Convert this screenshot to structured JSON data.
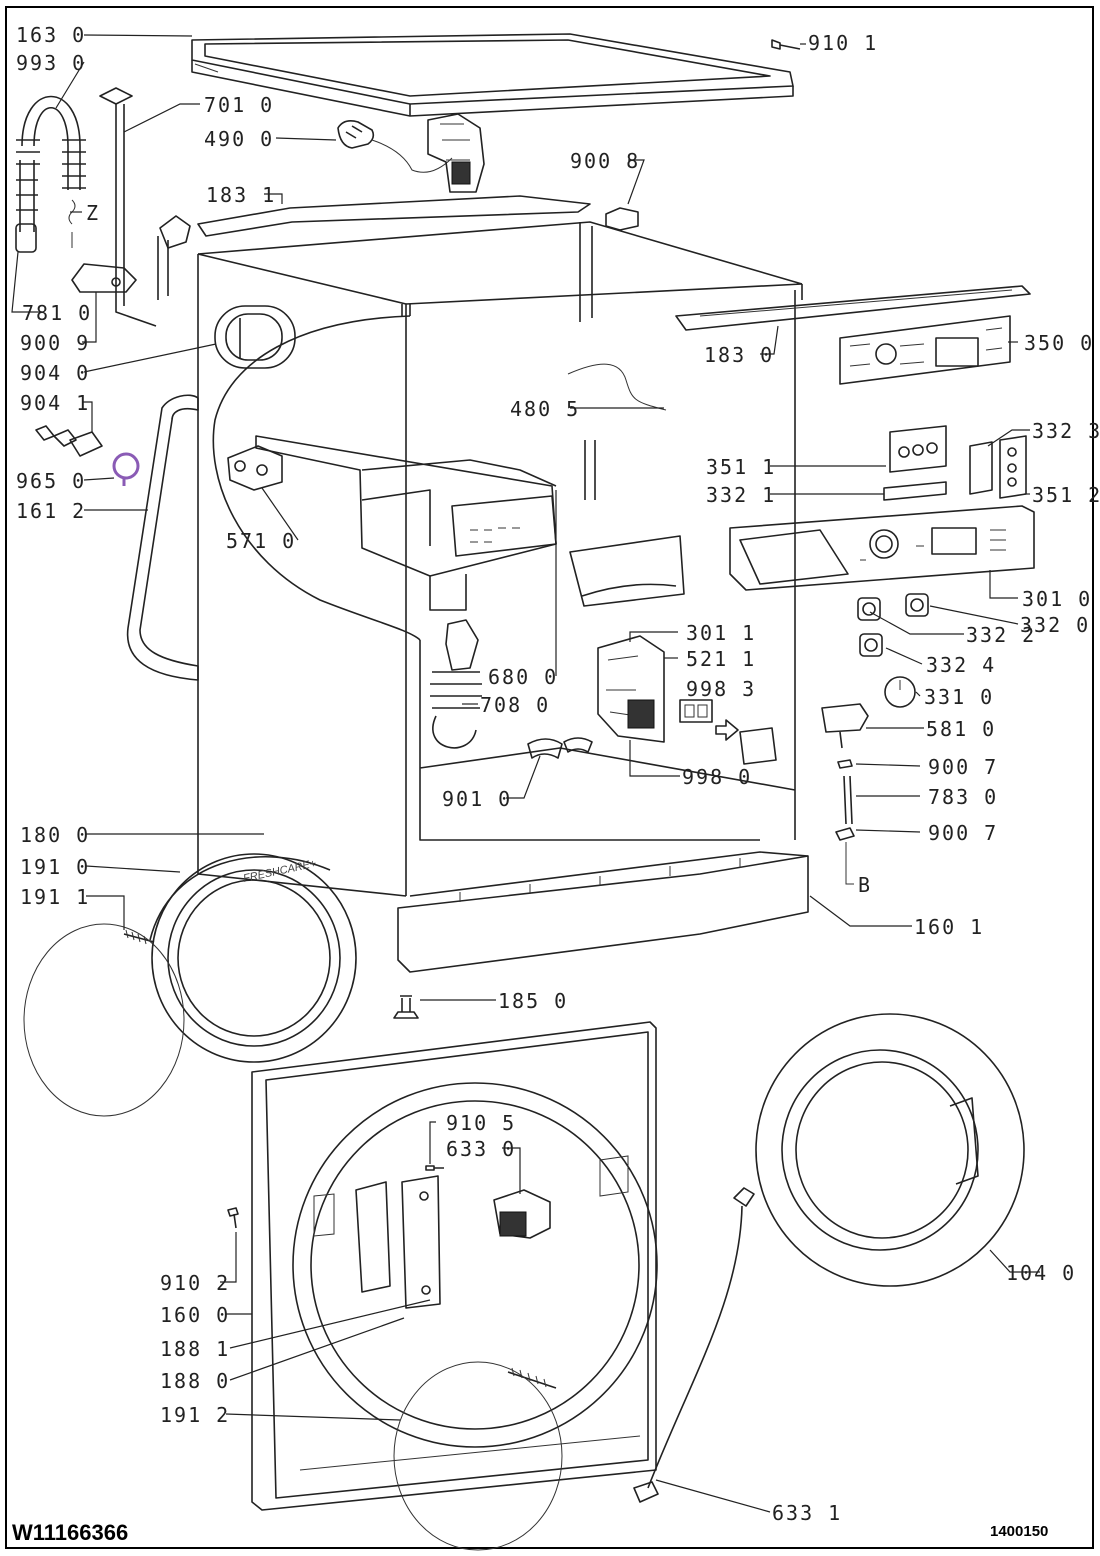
{
  "diagram": {
    "model_number": "W11166366",
    "sheet_code": "1400150",
    "brand_mark": "FRESHCARE+",
    "part_labels": [
      {
        "id": "1630",
        "text": "163 0"
      },
      {
        "id": "9930",
        "text": "993 0"
      },
      {
        "id": "7010",
        "text": "701 0"
      },
      {
        "id": "4900",
        "text": "490 0"
      },
      {
        "id": "9101",
        "text": "910 1"
      },
      {
        "id": "9008",
        "text": "900 8"
      },
      {
        "id": "1831",
        "text": "183 1"
      },
      {
        "id": "Z",
        "text": "Z"
      },
      {
        "id": "7810",
        "text": "781 0"
      },
      {
        "id": "9009",
        "text": "900 9"
      },
      {
        "id": "9040",
        "text": "904 0"
      },
      {
        "id": "1830",
        "text": "183 0"
      },
      {
        "id": "3500",
        "text": "350 0"
      },
      {
        "id": "4805",
        "text": "480 5"
      },
      {
        "id": "9041",
        "text": "904 1"
      },
      {
        "id": "3323",
        "text": "332 3"
      },
      {
        "id": "3511",
        "text": "351 1"
      },
      {
        "id": "9650",
        "text": "965 0"
      },
      {
        "id": "3321",
        "text": "332 1"
      },
      {
        "id": "3512",
        "text": "351 2"
      },
      {
        "id": "1612",
        "text": "161 2"
      },
      {
        "id": "5710",
        "text": "571 0"
      },
      {
        "id": "3010",
        "text": "301 0"
      },
      {
        "id": "3011",
        "text": "301 1"
      },
      {
        "id": "3322",
        "text": "332 2"
      },
      {
        "id": "3320",
        "text": "332 0"
      },
      {
        "id": "5211",
        "text": "521 1"
      },
      {
        "id": "3324",
        "text": "332 4"
      },
      {
        "id": "6800",
        "text": "680 0"
      },
      {
        "id": "9983",
        "text": "998 3"
      },
      {
        "id": "3310",
        "text": "331 0"
      },
      {
        "id": "7080",
        "text": "708 0"
      },
      {
        "id": "5810",
        "text": "581 0"
      },
      {
        "id": "9980",
        "text": "998 0"
      },
      {
        "id": "9007a",
        "text": "900 7"
      },
      {
        "id": "9010",
        "text": "901 0"
      },
      {
        "id": "7830",
        "text": "783 0"
      },
      {
        "id": "1800",
        "text": "180 0"
      },
      {
        "id": "9007b",
        "text": "900 7"
      },
      {
        "id": "1910",
        "text": "191 0"
      },
      {
        "id": "B",
        "text": "B"
      },
      {
        "id": "1911",
        "text": "191 1"
      },
      {
        "id": "1601",
        "text": "160 1"
      },
      {
        "id": "1850",
        "text": "185 0"
      },
      {
        "id": "9105",
        "text": "910 5"
      },
      {
        "id": "6330",
        "text": "633 0"
      },
      {
        "id": "1040",
        "text": "104 0"
      },
      {
        "id": "9102",
        "text": "910 2"
      },
      {
        "id": "1600",
        "text": "160 0"
      },
      {
        "id": "1881",
        "text": "188 1"
      },
      {
        "id": "1880",
        "text": "188 0"
      },
      {
        "id": "1912",
        "text": "191 2"
      },
      {
        "id": "6331",
        "text": "633 1"
      }
    ]
  }
}
